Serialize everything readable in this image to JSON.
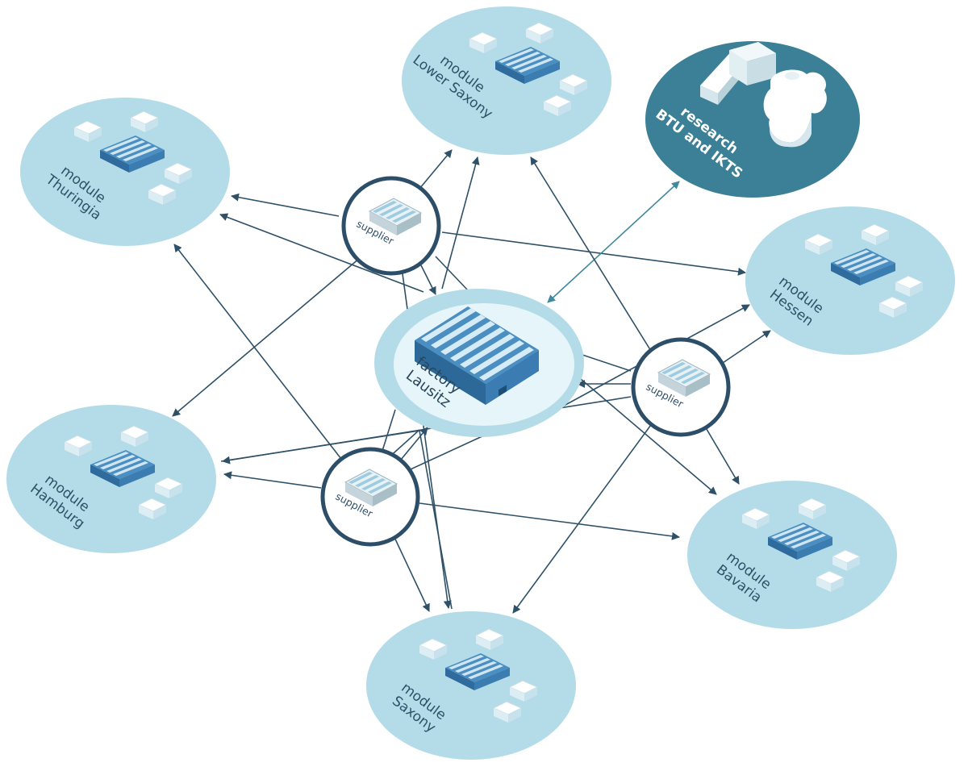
{
  "colors": {
    "module_fill": "#b3dce8",
    "research_fill": "#3b8096",
    "factory_outer": "#b3dce8",
    "factory_inner": "#e6f5f9",
    "supplier_ring": "#2d4e68",
    "arrow": "#2f5168",
    "research_arrow": "#3f8a9c",
    "building_blue": "#3a7fb5",
    "building_light": "#e4f2f7"
  },
  "modules": [
    {
      "id": "lower-saxony",
      "line1": "module",
      "line2": "Lower Saxony"
    },
    {
      "id": "thuringia",
      "line1": "module",
      "line2": "Thuringia"
    },
    {
      "id": "hessen",
      "line1": "module",
      "line2": "Hessen"
    },
    {
      "id": "hamburg",
      "line1": "module",
      "line2": "Hamburg"
    },
    {
      "id": "bavaria",
      "line1": "module",
      "line2": "Bavaria"
    },
    {
      "id": "saxony",
      "line1": "module",
      "line2": "Saxony"
    }
  ],
  "research": {
    "line1": "research",
    "line2": "BTU and IKTS"
  },
  "factory": {
    "line1": "factory",
    "line2": "Lausitz"
  },
  "suppliers": [
    {
      "id": "top",
      "label": "supplier"
    },
    {
      "id": "right",
      "label": "supplier"
    },
    {
      "id": "bottom",
      "label": "supplier"
    }
  ],
  "edges": [
    {
      "from": "supplier-top",
      "to": "module-lower-saxony"
    },
    {
      "from": "supplier-top",
      "to": "module-thuringia"
    },
    {
      "from": "supplier-top",
      "to": "module-hessen"
    },
    {
      "from": "supplier-top",
      "to": "module-hamburg"
    },
    {
      "from": "supplier-top",
      "to": "factory"
    },
    {
      "from": "supplier-top",
      "to": "module-saxony"
    },
    {
      "from": "factory",
      "to": "module-lower-saxony"
    },
    {
      "from": "factory",
      "to": "module-thuringia"
    },
    {
      "from": "factory",
      "to": "module-hamburg"
    },
    {
      "from": "factory",
      "to": "module-hessen"
    },
    {
      "from": "factory",
      "to": "module-bavaria"
    },
    {
      "from": "factory",
      "to": "module-saxony"
    },
    {
      "from": "research",
      "to": "factory",
      "bidirectional": true
    },
    {
      "from": "supplier-right",
      "to": "module-hessen"
    },
    {
      "from": "supplier-right",
      "to": "module-bavaria"
    },
    {
      "from": "supplier-right",
      "to": "module-saxony"
    },
    {
      "from": "supplier-right",
      "to": "module-lower-saxony"
    },
    {
      "from": "supplier-right",
      "to": "factory"
    },
    {
      "from": "supplier-right",
      "to": "module-hamburg"
    },
    {
      "from": "supplier-bottom",
      "to": "module-thuringia"
    },
    {
      "from": "supplier-bottom",
      "to": "module-hamburg"
    },
    {
      "from": "supplier-bottom",
      "to": "module-bavaria"
    },
    {
      "from": "supplier-bottom",
      "to": "module-saxony"
    },
    {
      "from": "supplier-bottom",
      "to": "factory"
    },
    {
      "from": "supplier-bottom",
      "to": "module-hessen"
    },
    {
      "from": "supplier-bottom",
      "to": "module-lower-saxony"
    }
  ]
}
